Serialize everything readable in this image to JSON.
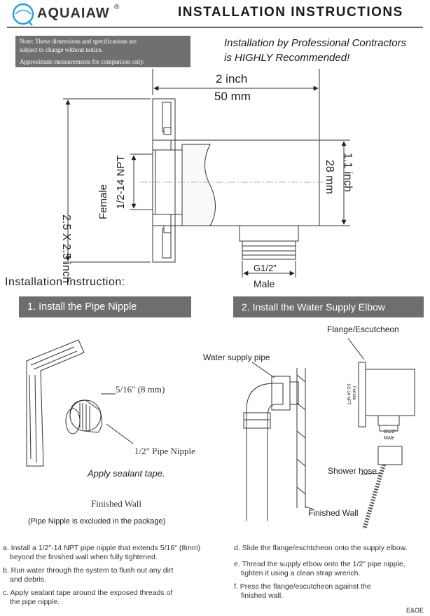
{
  "brand": {
    "name": "AQUAIAW",
    "logo_letter": "Q",
    "registered": "®"
  },
  "title": "INSTALLATION INSTRUCTIONS",
  "note": {
    "line1": "Note: These dimensions and specifications are",
    "line2": "subject to change without notice.",
    "line3": "Approximate measurements for comparison only."
  },
  "recommendation": {
    "line1": "Installation by Professional Contractors",
    "line2": "is HIGHLY Recommended!"
  },
  "dimensions": {
    "width_inch": "2 inch",
    "width_mm": "50 mm",
    "height_label": "2.5 X 2.5 inch",
    "female_label_1": "Female",
    "female_label_2": "1/2-14 NPT",
    "outlet_inch": "1.1 inch",
    "outlet_mm": "28 mm",
    "thread_label": "G1/2\"",
    "thread_type": "Male"
  },
  "installation_title": "Installation Instruction:",
  "steps": {
    "step1_label": "1. Install the Pipe Nipple",
    "step2_label": "2. Install the Water Supply Elbow"
  },
  "step1_labels": {
    "extension": "5/16\" (8 mm)",
    "pipe_nipple": "1/2\" Pipe Nipple",
    "sealant": "Apply sealant tape.",
    "finished_wall": "Finished Wall",
    "excluded": "(Pipe Nipple is excluded in the package)"
  },
  "step2_labels": {
    "flange": "Flange/Escutcheon",
    "supply_pipe": "Water supply pipe",
    "shower_hose": "Shower hose",
    "finished_wall": "Finished Wall",
    "mini_npt": "1/2-14 NPT",
    "mini_female": "Female",
    "mini_g": "G1/2\"",
    "mini_male": "Male"
  },
  "instructions_left": [
    {
      "line1": "a.  Install a 1/2\"-14 NPT pipe nipple that extends 5/16\" (8mm)",
      "line2": "beyond the finished wall when fully tightened."
    },
    {
      "line1": "b.  Run water through the system to flush out any dirt",
      "line2": "and debris."
    },
    {
      "line1": "c.  Apply sealant tape around the exposed threads of",
      "line2": "the pipe nipple."
    }
  ],
  "instructions_right": [
    {
      "line1": "d.  Slide the flange/eschtcheon onto the supply elbow.",
      "line2": ""
    },
    {
      "line1": "e.  Thread the supply elbow onto the 1/2\" pipe nipple,",
      "line2": "tighten it using a clean strap wrench."
    },
    {
      "line1": "f.  Press the flange/escutcheon against the",
      "line2": "finished wall."
    }
  ],
  "footer": "E&OE"
}
